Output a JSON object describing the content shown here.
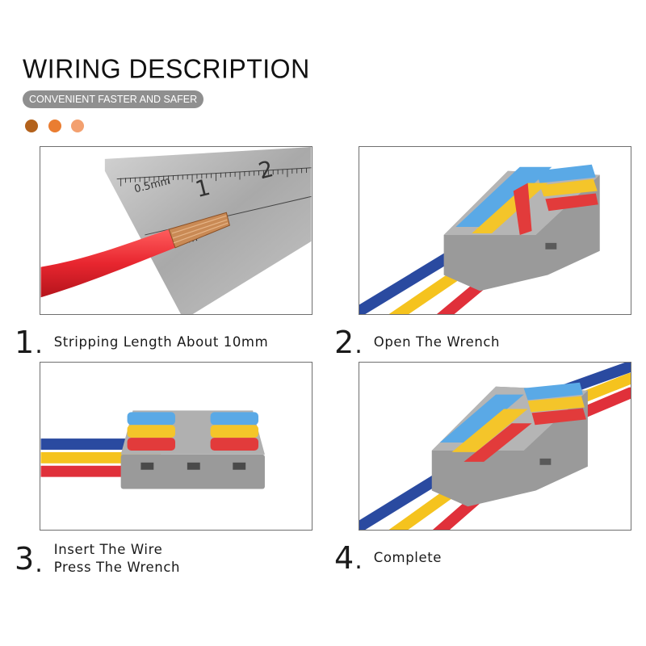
{
  "header": {
    "title": "WIRING DESCRIPTION",
    "subtitle": "CONVENIENT FASTER AND SAFER",
    "dots": [
      "#b3621c",
      "#ea7d31",
      "#f3a06f"
    ]
  },
  "panels": [
    {
      "number": "1",
      "lines": [
        "Stripping Length About 10mm"
      ],
      "ruler_marks": [
        "0.5mm",
        "1",
        "2",
        "mm"
      ]
    },
    {
      "number": "2",
      "lines": [
        "Open The Wrench"
      ]
    },
    {
      "number": "3",
      "lines": [
        "Insert The Wire",
        "Press The Wrench"
      ]
    },
    {
      "number": "4",
      "lines": [
        "Complete"
      ]
    }
  ],
  "colors": {
    "wire_blue": "#2a4aa0",
    "wire_yellow": "#f5c31e",
    "wire_red": "#e0303a",
    "connector_grey": "#9a9a9a",
    "lever_blue": "#5aa9e6",
    "lever_yellow": "#f4c52a",
    "lever_red": "#e23b3b",
    "ruler": "#b9b9b9"
  }
}
